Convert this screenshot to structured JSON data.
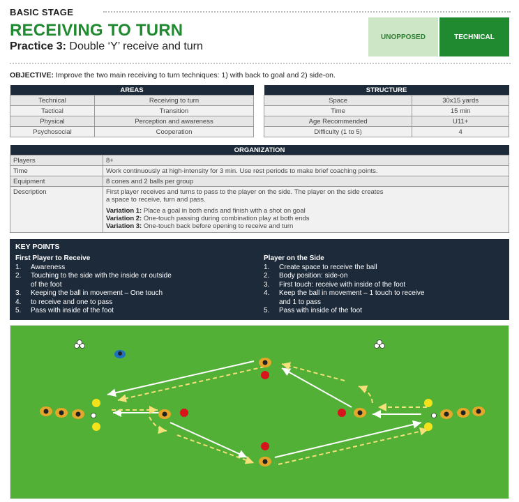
{
  "header": {
    "stage": "BASIC STAGE",
    "title": "RECEIVING TO TURN",
    "practice_label": "Practice 3:",
    "practice_name": "Double ‘Y’ receive and turn",
    "tag_unopposed": "UNOPPOSED",
    "tag_technical": "TECHNICAL",
    "colors": {
      "title_green": "#1f8a2f",
      "tag_light": "#cde7c6",
      "navy": "#1d2a3a",
      "pitch_green": "#52b036"
    }
  },
  "objective": {
    "label": "OBJECTIVE:",
    "text": "Improve the two main receiving to turn techniques: 1) with back to goal and 2) side-on."
  },
  "areas": {
    "title": "AREAS",
    "rows": [
      {
        "k": "Technical",
        "v": "Receiving to turn"
      },
      {
        "k": "Tactical",
        "v": "Transition"
      },
      {
        "k": "Physical",
        "v": "Perception and awareness"
      },
      {
        "k": "Psychosocial",
        "v": "Cooperation"
      }
    ]
  },
  "structure": {
    "title": "STRUCTURE",
    "rows": [
      {
        "k": "Space",
        "v": "30x15 yards"
      },
      {
        "k": "Time",
        "v": "15 min"
      },
      {
        "k": "Age Recommended",
        "v": "U11+"
      },
      {
        "k": "Difficulty (1 to 5)",
        "v": "4"
      }
    ]
  },
  "organization": {
    "title": "ORGANIZATION",
    "players_k": "Players",
    "players_v": "8+",
    "time_k": "Time",
    "time_v": "Work continuously at high-intensity for 3 min. Use rest periods to make brief coaching points.",
    "equipment_k": "Equipment",
    "equipment_v": "8 cones and 2 balls per group",
    "description_k": "Description",
    "description_line1": "First player receives and turns to pass to the player on the side. The player on the side creates",
    "description_line2": "a space to receive, turn and pass.",
    "variations": [
      {
        "label": "Variation 1:",
        "text": "Place a goal in both ends and finish with a shot on goal"
      },
      {
        "label": "Variation 2:",
        "text": "One-touch passing during combination play at both ends"
      },
      {
        "label": "Variation 3:",
        "text": "One-touch back before opening to receive and turn"
      }
    ]
  },
  "key_points": {
    "title": "KEY POINTS",
    "left": {
      "heading": "First Player to Receive",
      "items": [
        {
          "n": "1.",
          "lines": [
            "Awareness"
          ]
        },
        {
          "n": "2.",
          "lines": [
            "Touching to the side with the inside or outside",
            "of the foot"
          ]
        },
        {
          "n": "3.",
          "lines": [
            "Keeping the ball in movement – One touch"
          ]
        },
        {
          "n": "4.",
          "lines": [
            "to receive and one to pass"
          ]
        },
        {
          "n": "5.",
          "lines": [
            "Pass with inside of the foot"
          ]
        }
      ]
    },
    "right": {
      "heading": "Player on the Side",
      "items": [
        {
          "n": "1.",
          "lines": [
            "Create space to receive the ball"
          ]
        },
        {
          "n": "2.",
          "lines": [
            "Body position: side-on"
          ]
        },
        {
          "n": "3.",
          "lines": [
            "First touch: receive with inside of the foot"
          ]
        },
        {
          "n": "4.",
          "lines": [
            "Keep the ball in movement – 1 touch to receive",
            "and 1 to pass"
          ]
        },
        {
          "n": "5.",
          "lines": [
            "Pass with inside of the foot"
          ]
        }
      ]
    }
  }
}
